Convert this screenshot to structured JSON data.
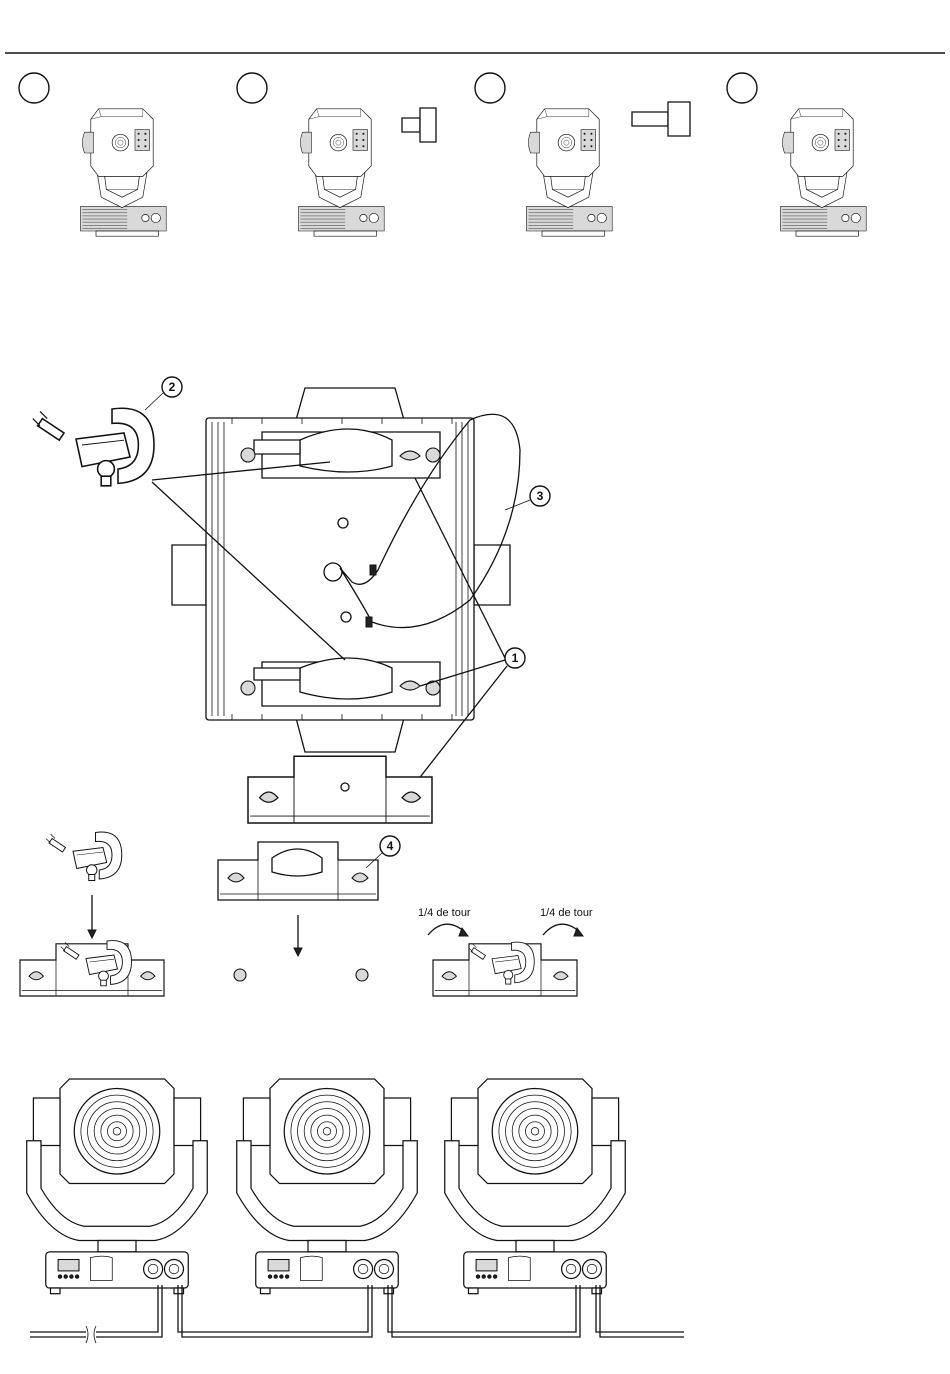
{
  "step_markers": [
    "",
    "",
    "",
    ""
  ],
  "callouts": {
    "c1": "1",
    "c2": "2",
    "c3": "3",
    "c4": "4"
  },
  "rotation_labels": {
    "left": "1/4 de tour",
    "right": "1/4 de tour"
  },
  "colors": {
    "line": "#111111",
    "fill_light": "#d9d9d9",
    "background": "#ffffff"
  },
  "icons": [
    "moving-head-fixture-icon",
    "omega-bracket-icon",
    "clamp-icon",
    "safety-cable-icon",
    "rotate-arrow-icon",
    "xlr-connector-icon",
    "display-icon"
  ]
}
